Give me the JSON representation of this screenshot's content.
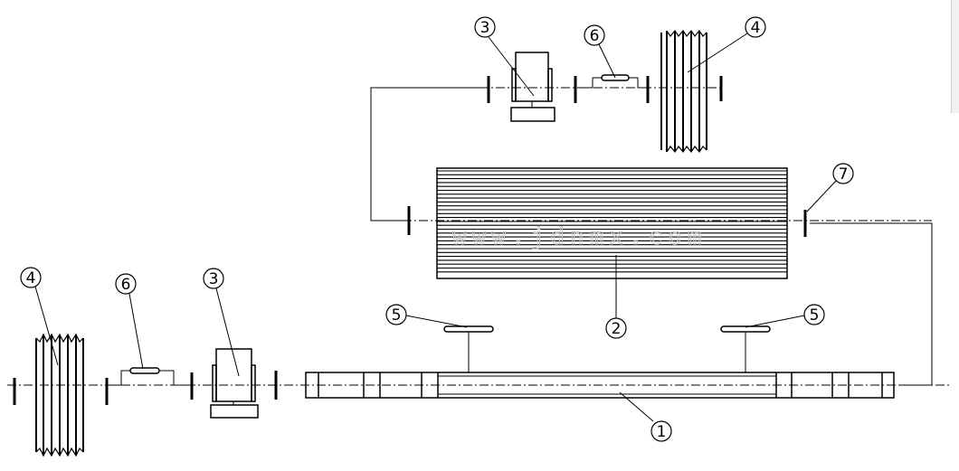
{
  "callouts": {
    "c1": "1",
    "c2": "2",
    "c3_top": "3",
    "c3_bottom": "3",
    "c4_top": "4",
    "c4_bottom": "4",
    "c5_left": "5",
    "c5_right": "5",
    "c6_top": "6",
    "c6_bottom": "6",
    "c7": "7"
  },
  "watermark": "www.jdnmx.com",
  "colors": {
    "line": "#000000",
    "watermark": "#c8c8c8",
    "background": "#ffffff"
  }
}
